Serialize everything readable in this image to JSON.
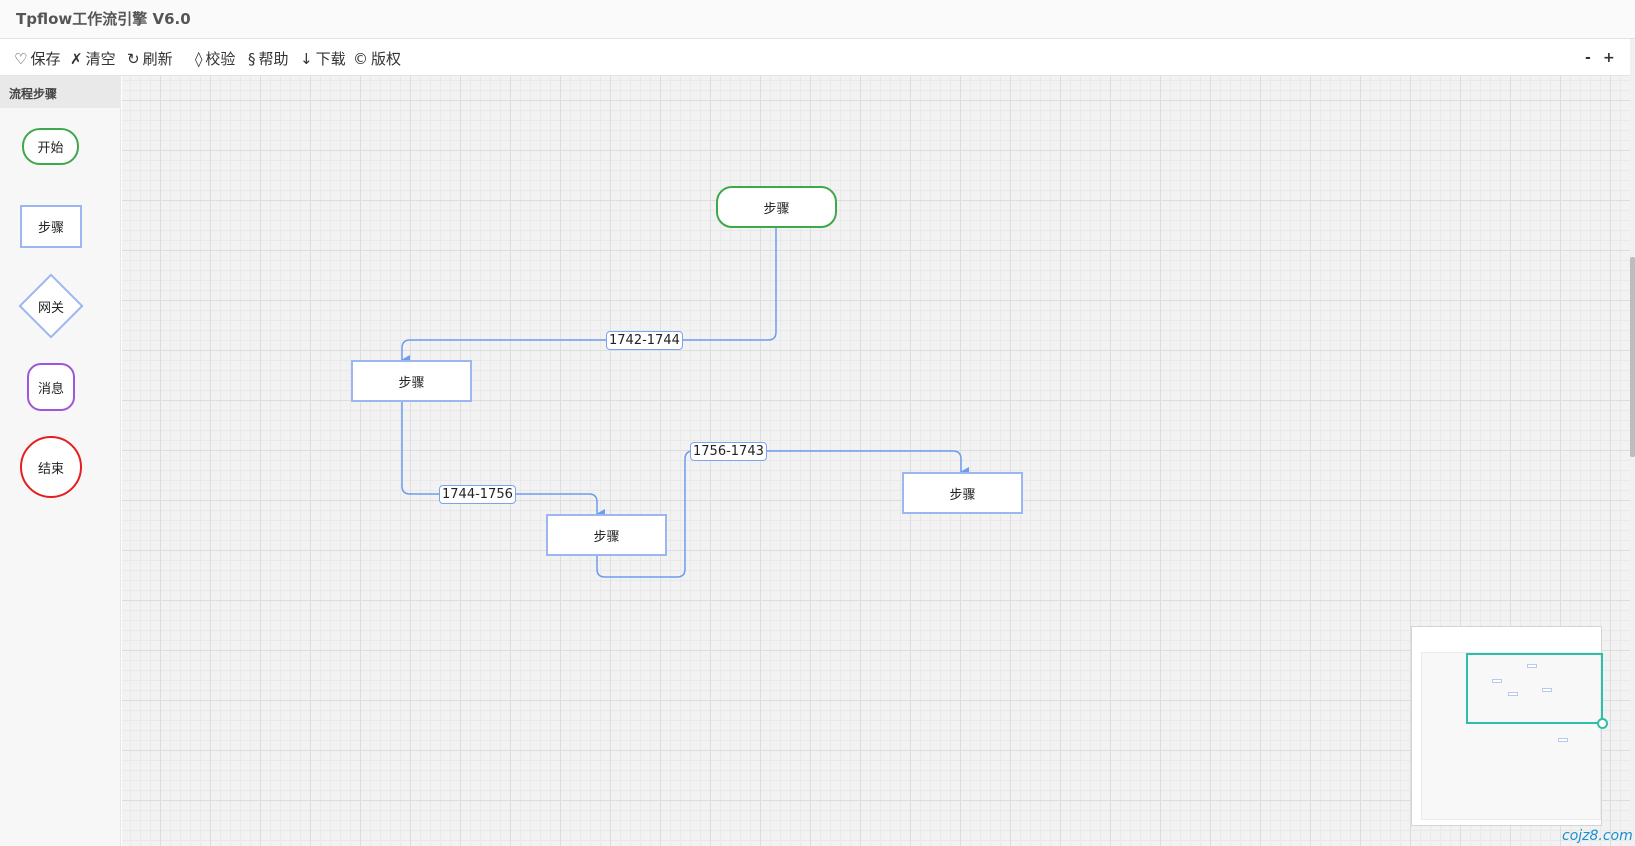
{
  "app": {
    "title": "Tpflow工作流引擎 V6.0"
  },
  "toolbar": {
    "items": [
      {
        "icon": "heart-icon",
        "glyph": "♡",
        "label": "保存"
      },
      {
        "icon": "cross-icon",
        "glyph": "✗",
        "label": "清空"
      },
      {
        "icon": "refresh-icon",
        "glyph": "↻",
        "label": "刷新"
      },
      {
        "icon": "diamond-icon",
        "glyph": "◊",
        "label": "校验"
      },
      {
        "icon": "section-icon",
        "glyph": "§",
        "label": "帮助"
      },
      {
        "icon": "arrow-down-icon",
        "glyph": "↓",
        "label": "下载"
      },
      {
        "icon": "copyright-icon",
        "glyph": "©",
        "label": "版权"
      }
    ],
    "zoom_out": "-",
    "zoom_in": "+"
  },
  "sidebar": {
    "header": "流程步骤",
    "items": [
      {
        "type": "start",
        "label": "开始",
        "color": "#3fa84a"
      },
      {
        "type": "step",
        "label": "步骤",
        "color": "#9bb6f1"
      },
      {
        "type": "gateway",
        "label": "网关",
        "color": "#9bb6f1"
      },
      {
        "type": "message",
        "label": "消息",
        "color": "#a056d8"
      },
      {
        "type": "end",
        "label": "结束",
        "color": "#e51e1e"
      }
    ]
  },
  "flow": {
    "nodes": [
      {
        "id": "1742",
        "type": "start",
        "label": "步骤"
      },
      {
        "id": "1744",
        "type": "step",
        "label": "步骤"
      },
      {
        "id": "1756",
        "type": "step",
        "label": "步骤"
      },
      {
        "id": "1743",
        "type": "step",
        "label": "步骤"
      }
    ],
    "edges": [
      {
        "from": "1742",
        "to": "1744",
        "label": "1742-1744"
      },
      {
        "from": "1744",
        "to": "1756",
        "label": "1744-1756"
      },
      {
        "from": "1756",
        "to": "1743",
        "label": "1756-1743"
      }
    ],
    "edge_color": "#6d9bf0"
  },
  "watermark": "cojz8.com"
}
